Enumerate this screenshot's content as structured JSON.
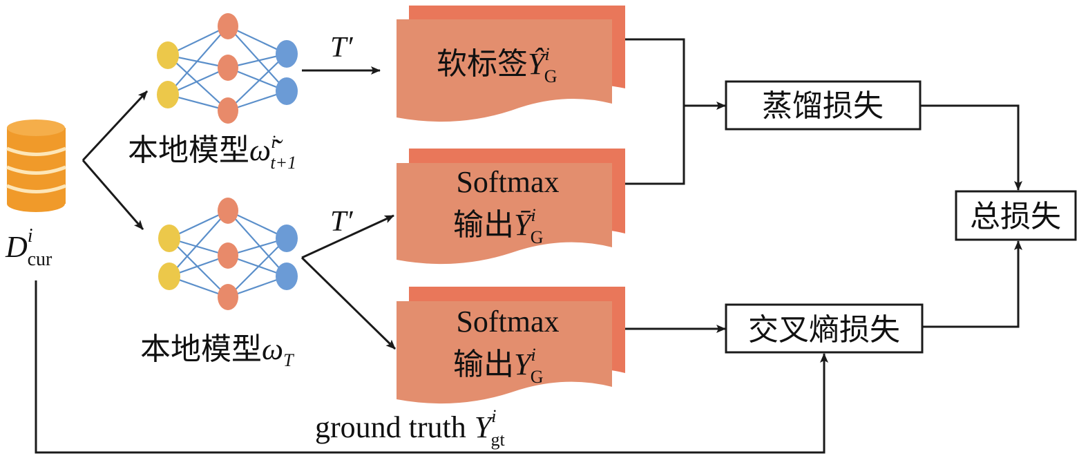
{
  "dataset": {
    "symbol": "D",
    "superscript": "i",
    "subscript": "cur"
  },
  "model_top": {
    "label": "本地模型",
    "symbol": "ω̃",
    "superscript": "i",
    "subscript": "t+1"
  },
  "model_bottom": {
    "label": "本地模型",
    "symbol": "ω",
    "subscript": "T"
  },
  "temperature": "T′",
  "soft_label": {
    "label": "软标签",
    "symbol": "Ŷ",
    "superscript": "i",
    "subscript": "G"
  },
  "softmax_mid": {
    "line1": "Softmax",
    "line2": "输出",
    "symbol": "Ȳ",
    "superscript": "i",
    "subscript": "G"
  },
  "softmax_bottom": {
    "line1": "Softmax",
    "line2": "输出",
    "symbol": "Y",
    "superscript": "i",
    "subscript": "G"
  },
  "distill_loss": "蒸馏损失",
  "ce_loss": "交叉熵损失",
  "total_loss": "总损失",
  "ground_truth": {
    "text": "ground truth",
    "symbol": "Y",
    "superscript": "i",
    "subscript": "gt"
  },
  "colors": {
    "doc_fill": "#e38e6e",
    "doc_back": "#e9775a",
    "node_yellow": "#ecc84a",
    "node_orange": "#e88a6a",
    "node_blue": "#6b9bd6",
    "edge_blue": "#5b8fca",
    "cylinder": "#f09a2a",
    "stroke": "#1a1a1a"
  }
}
